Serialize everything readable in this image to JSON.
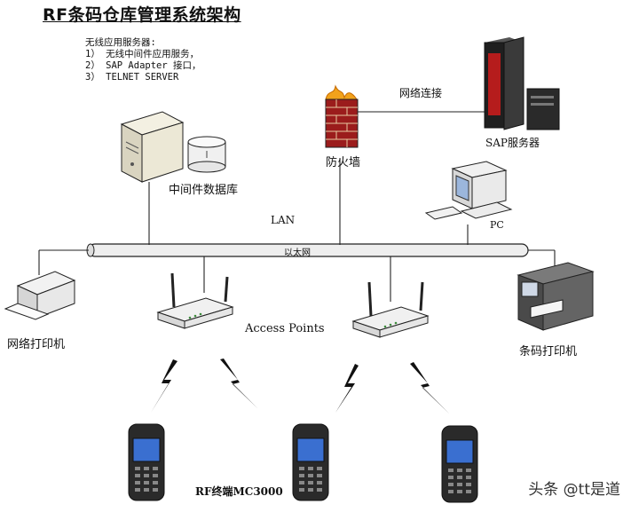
{
  "title": "RF条码仓库管理系统架构",
  "server_notes": {
    "heading": "无线应用服务器:",
    "lines": [
      "1） 无线中间件应用服务，",
      "2） SAP Adapter 接口，",
      "3） TELNET SERVER"
    ]
  },
  "labels": {
    "network_connection": "网络连接",
    "sap_server": "SAP服务器",
    "firewall": "防火墙",
    "middleware_db": "中间件数据库",
    "lan": "LAN",
    "ethernet": "以太网",
    "pc": "PC",
    "network_printer": "网络打印机",
    "access_points": "Access Points",
    "barcode_printer": "条码打印机",
    "rf_terminal": "RF终端MC3000"
  },
  "watermark": "头条 @tt是道",
  "colors": {
    "line": "#222222",
    "cable_fill": "#eeeeee",
    "firewall_brick": "#9b1c1c",
    "flame": "#f2a21b",
    "server_dark": "#2a2a2a",
    "server_accent": "#b51c1c",
    "device_beige": "#e8e3d3",
    "screen_blue": "#3a6fd0"
  }
}
